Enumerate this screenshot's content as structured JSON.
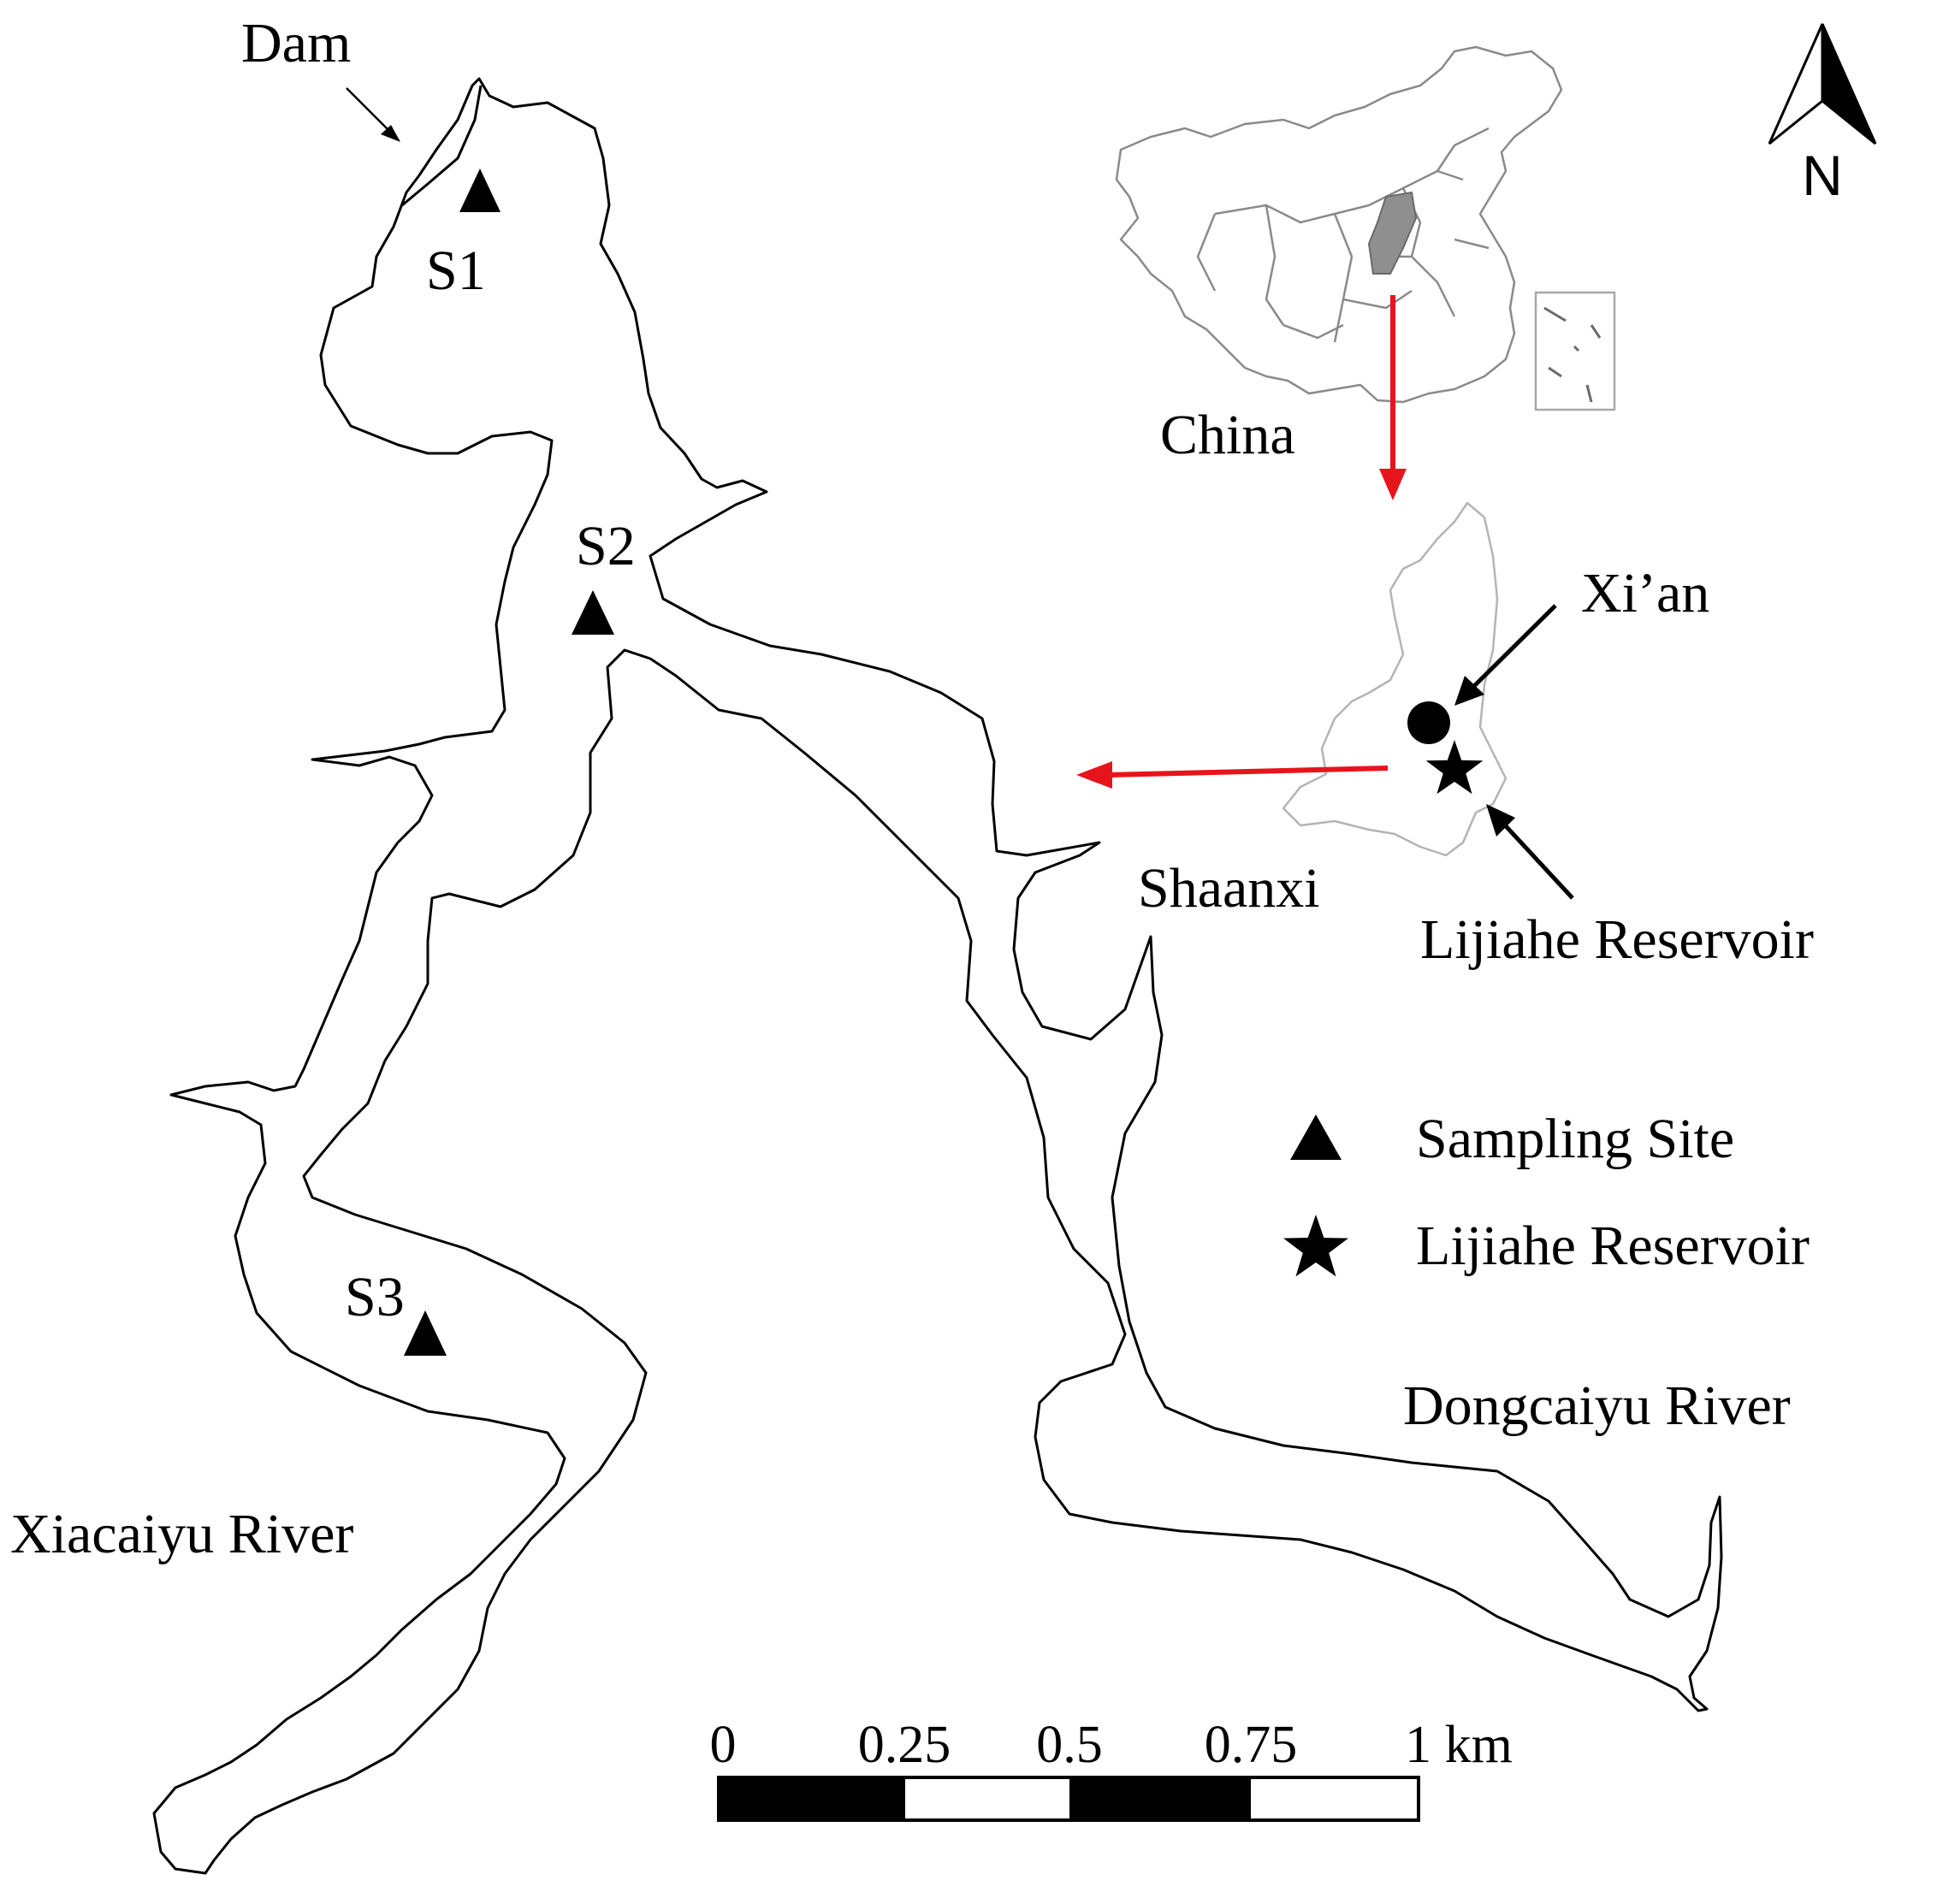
{
  "labels": {
    "dam": "Dam",
    "china": "China",
    "shaanxi": "Shaanxi",
    "xian": "Xi’an",
    "reservoir_callout": "Lijiahe Reservoir",
    "dongcaiyu": "Dongcaiyu River",
    "xiacaiyu": "Xiacaiyu River",
    "north": "N"
  },
  "sites": [
    {
      "id": "S1"
    },
    {
      "id": "S2"
    },
    {
      "id": "S3"
    }
  ],
  "legend": {
    "sampling_site": "Sampling Site",
    "reservoir": "Lijiahe Reservoir"
  },
  "scale_bar": {
    "ticks": [
      "0",
      "0.25",
      "0.5",
      "0.75",
      "1 km"
    ]
  },
  "colors": {
    "arrow_red": "#e8141b",
    "highlight_grey": "#8f8f8f"
  },
  "icons": {
    "north_arrow": "north-arrow-icon",
    "site_marker": "triangle-icon",
    "reservoir_marker": "star-icon",
    "city_marker": "circle-icon"
  }
}
